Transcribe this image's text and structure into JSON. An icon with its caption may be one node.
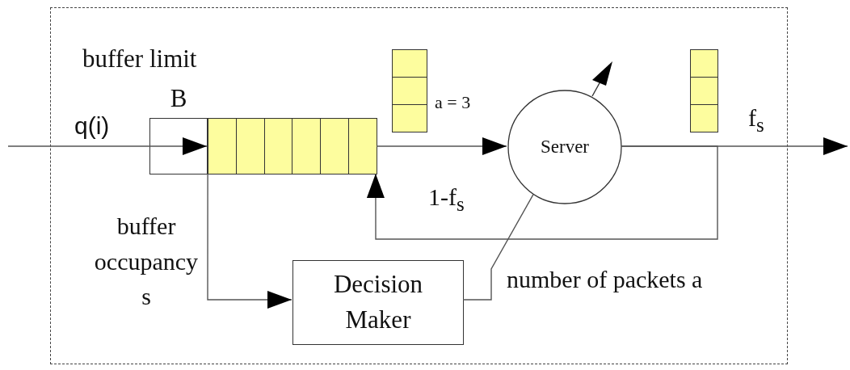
{
  "diagram": {
    "nodes": [
      {
        "text": [],
        "shape": "box"
      },
      {
        "text": [
          "B"
        ],
        "beside": [
          "buffer limit"
        ],
        "in": 0
      },
      {
        "text": [],
        "shape": "bar",
        "in": 0
      },
      {
        "text": [
          "Server"
        ],
        "in": 0
      },
      {
        "text": [
          "Decision Maker"
        ],
        "in": 0
      },
      {
        "text": [],
        "shape": "bar",
        "beside": [
          "a = 3"
        ],
        "in": 0
      },
      {
        "text": [],
        "shape": "bar",
        "in": 0
      }
    ],
    "edges": [
      {
        "from": null,
        "to": 2,
        "arrow": "to",
        "label": "q(i)"
      },
      {
        "from": 2,
        "to": 3,
        "arrow": "to"
      },
      {
        "from": 3,
        "to": null,
        "arrow": "to",
        "label": "f$_{s}$"
      },
      {
        "from": 3,
        "to": 2,
        "arrow": "to",
        "label": "1-f$_{s}$"
      },
      {
        "from": 2,
        "to": 4,
        "arrow": "to",
        "label": "buffer occupancy s"
      },
      {
        "from": 4,
        "to": 3,
        "arrow": "none",
        "label": "number of packets a"
      }
    ]
  }
}
